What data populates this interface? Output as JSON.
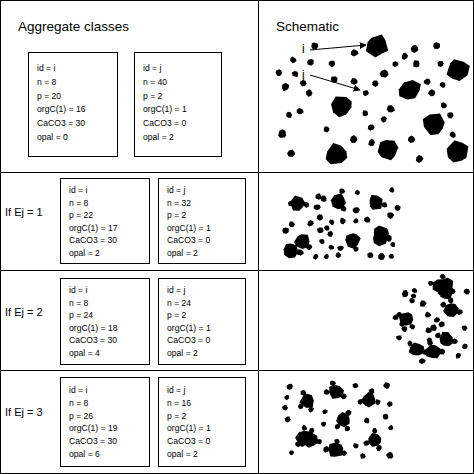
{
  "diagram": {
    "nodes": [
      {
        "text": [
          "id = i",
          "n = 8",
          "p = 20",
          "orgC(1) = 16",
          "CaCO3 = 30",
          "opal = 0"
        ]
      },
      {
        "text": [
          "id = j",
          "n = 40",
          "p = 2",
          "orgC(1) = 1",
          "CaCO3 = 0",
          "opal = 2"
        ]
      },
      {
        "text": [
          "id = i",
          "n = 8",
          "p = 22",
          "orgC(1) = 17",
          "CaCO3 = 30",
          "opal = 2"
        ]
      },
      {
        "text": [
          "id = j",
          "n = 32",
          "p = 2",
          "orgC(1) = 1",
          "CaCO3 = 0",
          "opal = 2"
        ]
      },
      {
        "text": [
          "id = i",
          "n = 8",
          "p = 24",
          "orgC(1) = 18",
          "CaCO3 = 30",
          "opal = 4"
        ]
      },
      {
        "text": [
          "id = j",
          "n = 24",
          "p = 2",
          "orgC(1) = 1",
          "CaCO3 = 0",
          "opal = 2"
        ]
      },
      {
        "text": [
          "id = i",
          "n = 8",
          "p = 26",
          "orgC(1) = 19",
          "CaCO3 = 30",
          "opal = 6"
        ]
      },
      {
        "text": [
          "id = j",
          "n = 16",
          "p = 2",
          "orgC(1) = 1",
          "CaCO3 = 0",
          "opal = 2"
        ]
      }
    ],
    "labels": [
      "Aggregate classes",
      "Schematic",
      "i",
      "j",
      "If Ej = 1",
      "If Ej = 2",
      "If Ej = 3"
    ]
  }
}
